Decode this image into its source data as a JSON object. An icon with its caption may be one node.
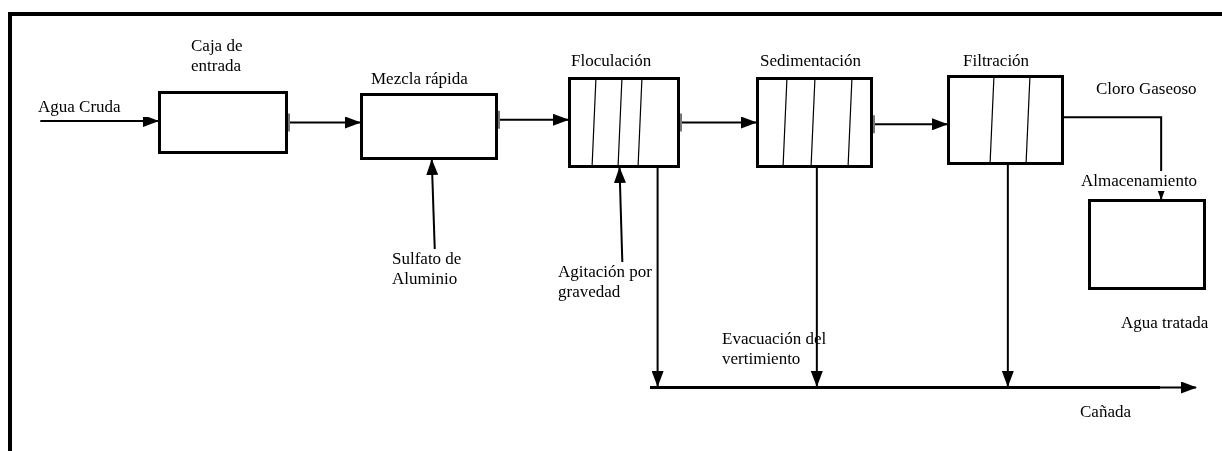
{
  "diagram": {
    "nodes": [
      {
        "text": [
          "Agua Cruda"
        ]
      },
      {
        "text": [
          "Caja de entrada"
        ]
      },
      {
        "text": [
          "Mezcla rápida"
        ]
      },
      {
        "text": [
          "Floculación"
        ]
      },
      {
        "text": [
          "Sedimentación"
        ]
      },
      {
        "text": [
          "Filtración"
        ]
      },
      {
        "text": [
          "Almacenamiento"
        ],
        "beside": [
          "Agua tratada"
        ]
      },
      {
        "text": [
          "Sulfato de Aluminio"
        ]
      },
      {
        "text": [
          "Agitación por gravedad"
        ]
      },
      {
        "text": [],
        "shape": "bar",
        "beside": [
          "Cañada"
        ]
      }
    ],
    "edges": [
      {
        "from": 0,
        "to": 1,
        "arrow": "to"
      },
      {
        "from": 1,
        "to": 2,
        "arrow": "to"
      },
      {
        "from": 2,
        "to": 3,
        "arrow": "to"
      },
      {
        "from": 3,
        "to": 4,
        "arrow": "to"
      },
      {
        "from": 4,
        "to": 5,
        "arrow": "to"
      },
      {
        "from": 5,
        "to": 6,
        "arrow": "to"
      },
      {
        "from": 7,
        "to": 2,
        "arrow": "to"
      },
      {
        "from": 8,
        "to": 3,
        "arrow": "to"
      },
      {
        "from": 3,
        "to": 9,
        "arrow": "to"
      },
      {
        "from": 4,
        "to": 9,
        "arrow": "to"
      },
      {
        "from": 5,
        "to": 9,
        "arrow": "to"
      },
      {
        "from": 9,
        "to": null,
        "arrow": "to"
      }
    ],
    "labels": [
      "Cloro Gaseoso",
      "Evacuación del vertimiento"
    ]
  }
}
